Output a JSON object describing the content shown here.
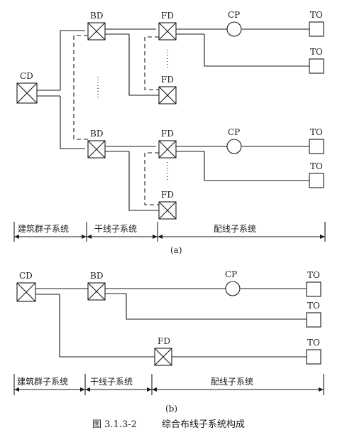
{
  "node_labels": {
    "cd": "CD",
    "bd": "BD",
    "fd": "FD",
    "cp": "CP",
    "to": "TO"
  },
  "subsystems": {
    "campus": "建筑群子系统",
    "backbone": "干线子系统",
    "horizontal": "配线子系统"
  },
  "captions": {
    "a": "(a)",
    "b": "(b)",
    "figure_number": "图 3.1.3-2",
    "figure_title": "综合布线子系统构成"
  }
}
